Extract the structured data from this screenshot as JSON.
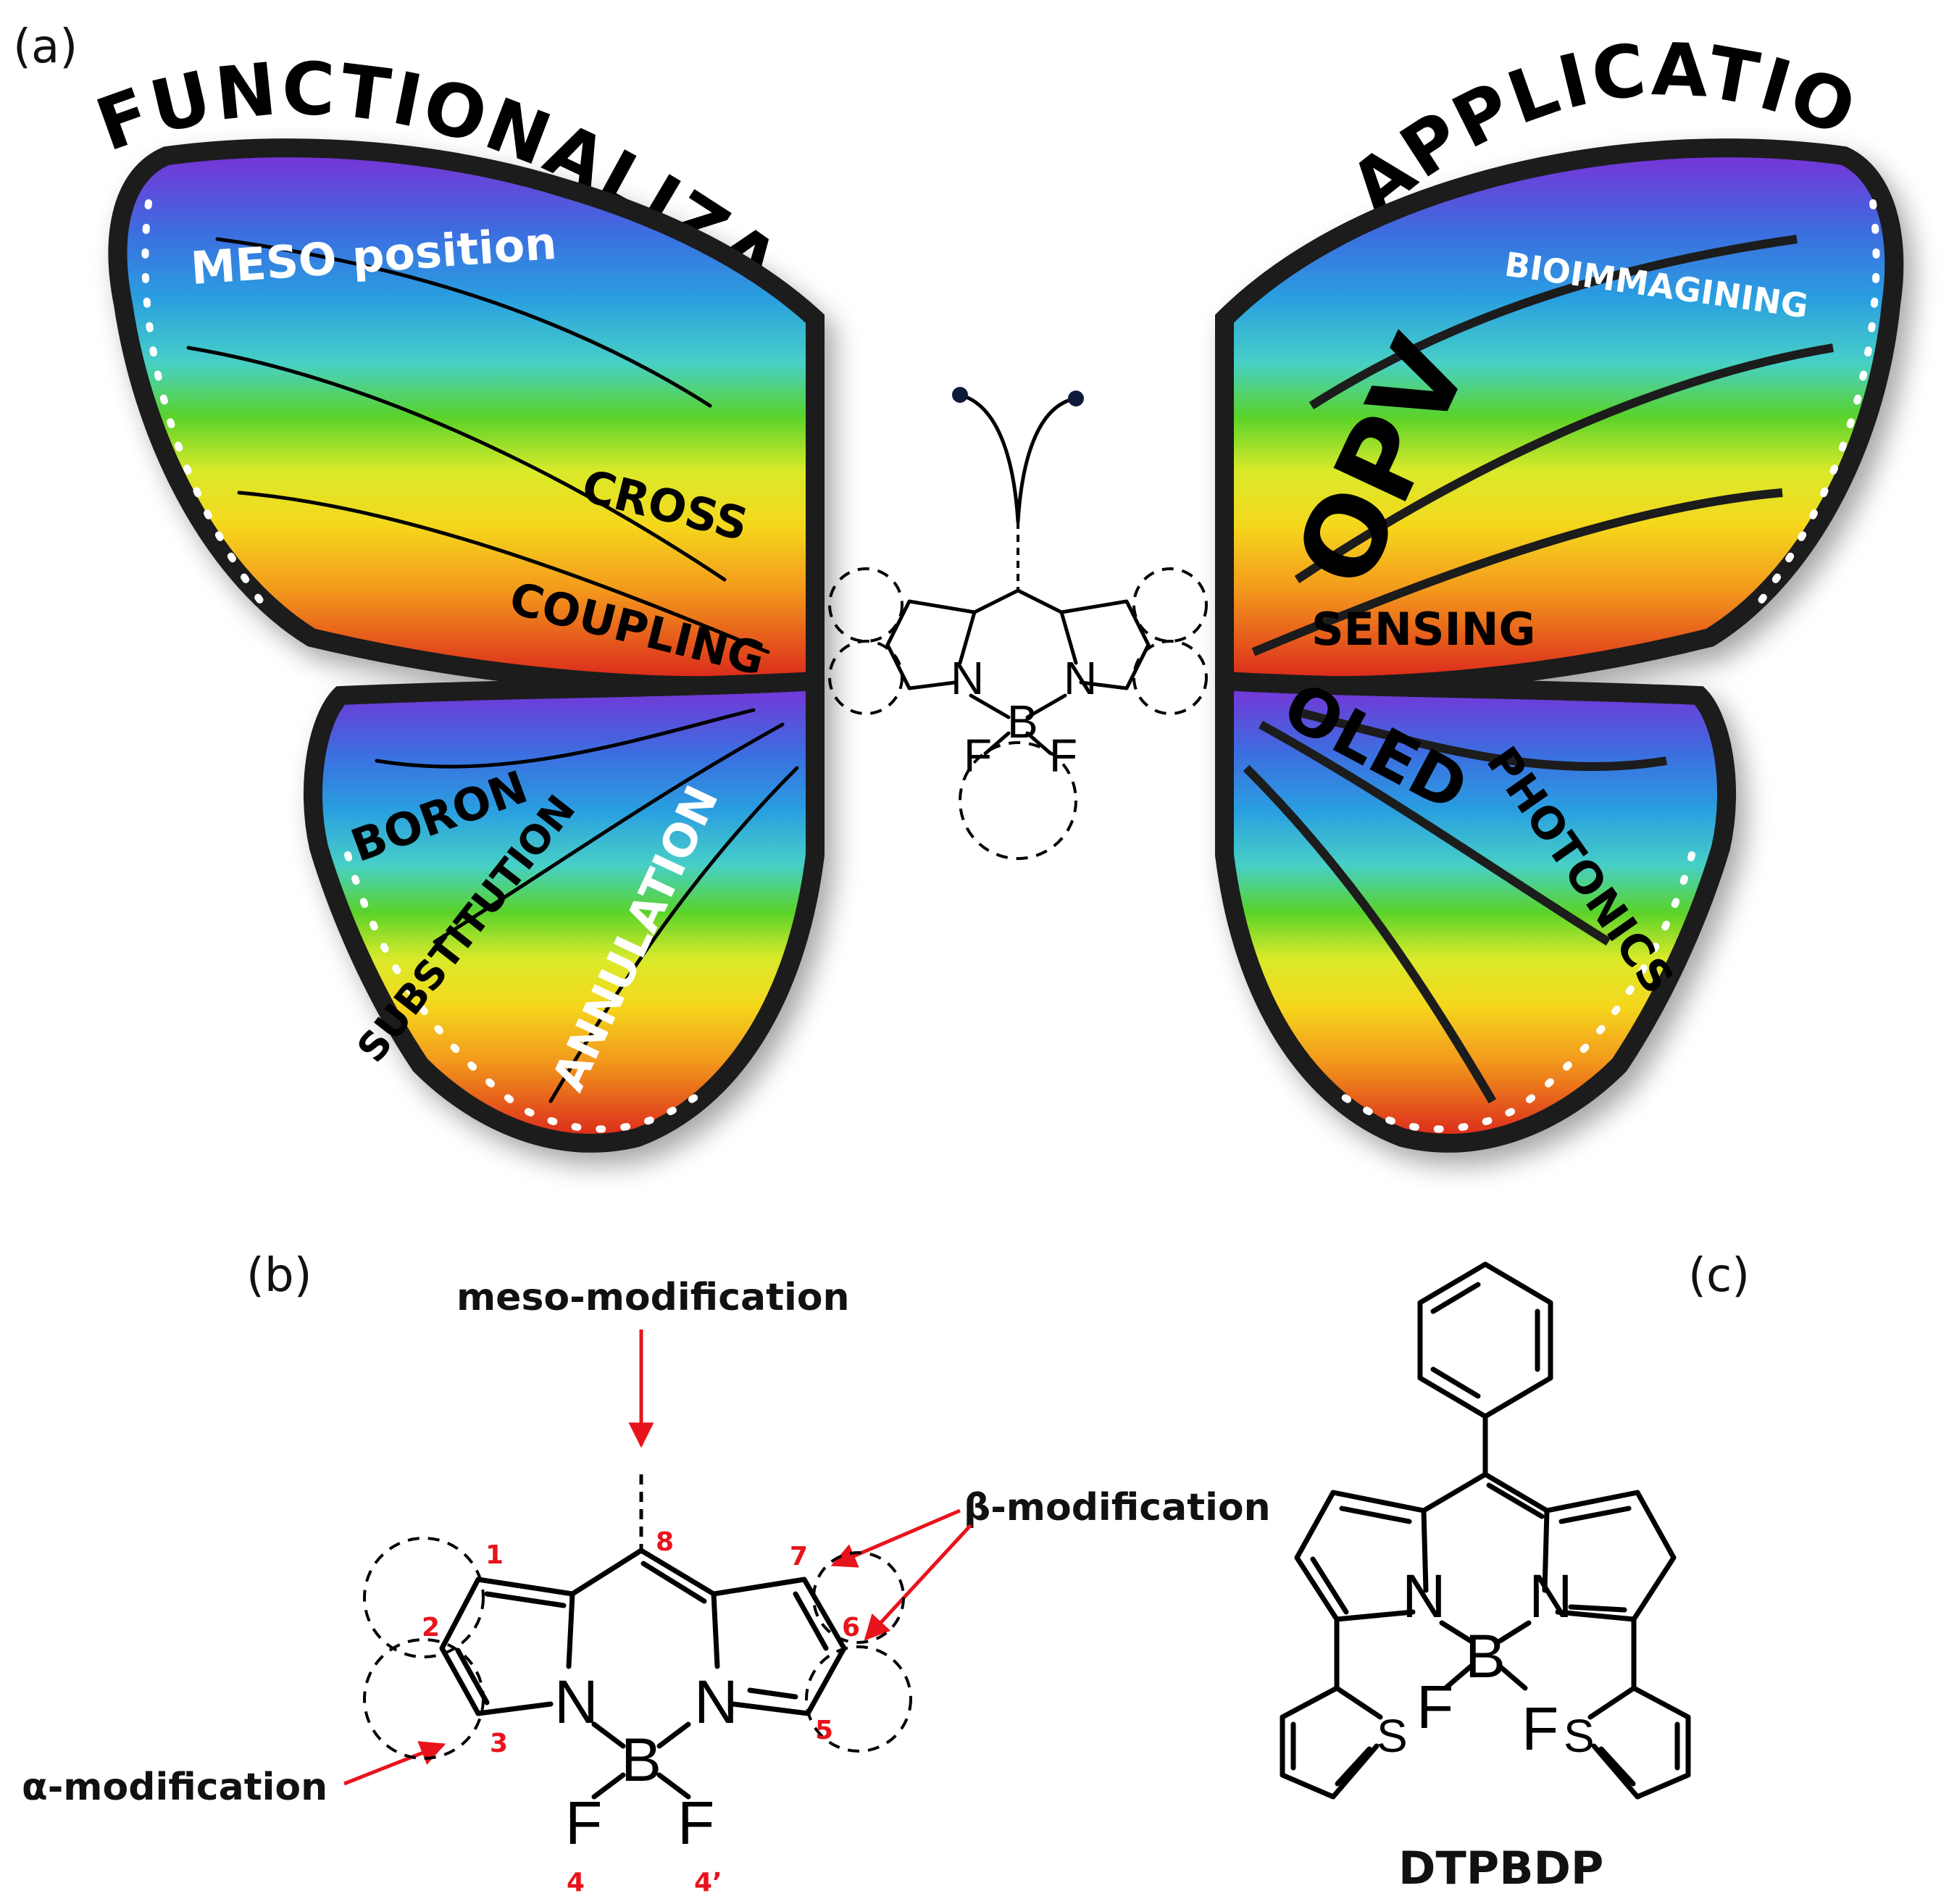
{
  "panel_a": {
    "label": "(a)",
    "left_title": "FUNCTIONALIZATION",
    "right_title": "APPLICATION",
    "left_wing": {
      "meso": "MESO position",
      "cross": "CROSS",
      "coupling": "COUPLING",
      "boron": "BORON",
      "substitution": "SUBSTITUTION",
      "annulation": "ANNULATION"
    },
    "right_wing": {
      "bioimaging": "BIOIMMAGINING",
      "opv": "OPV",
      "sensing": "SENSING",
      "oled": "OLED",
      "photonics": "PHOTONICS"
    },
    "core_atoms": {
      "n_left": "N",
      "n_right": "N",
      "b": "B",
      "f_left": "F",
      "f_right": "F"
    }
  },
  "panel_b": {
    "label": "(b)",
    "meso_label": "meso-modification",
    "beta_label": "β-modification",
    "alpha_label": "α-modification",
    "positions": {
      "p1": "1",
      "p2": "2",
      "p3": "3",
      "p4": "4",
      "p4p": "4’",
      "p5": "5",
      "p6": "6",
      "p7": "7",
      "p8": "8"
    },
    "atoms": {
      "n_left": "N",
      "n_right": "N",
      "b": "B",
      "f_left": "F",
      "f_right": "F"
    }
  },
  "panel_c": {
    "label": "(c)",
    "name": "DTPBDP",
    "atoms": {
      "n_left": "N",
      "n_right": "N",
      "b": "B",
      "f_left": "F",
      "f_right": "F",
      "s_left": "S",
      "s_right": "S"
    }
  },
  "colors": {
    "purple": "#7b2fd6",
    "blue": "#2a8fd8",
    "cyan": "#4cc9e6",
    "green": "#55d12a",
    "yellow": "#f5e21e",
    "orange": "#f39a1c",
    "red": "#d9211a",
    "outline": "#1a1a1a",
    "arrow": "#e8141c"
  }
}
